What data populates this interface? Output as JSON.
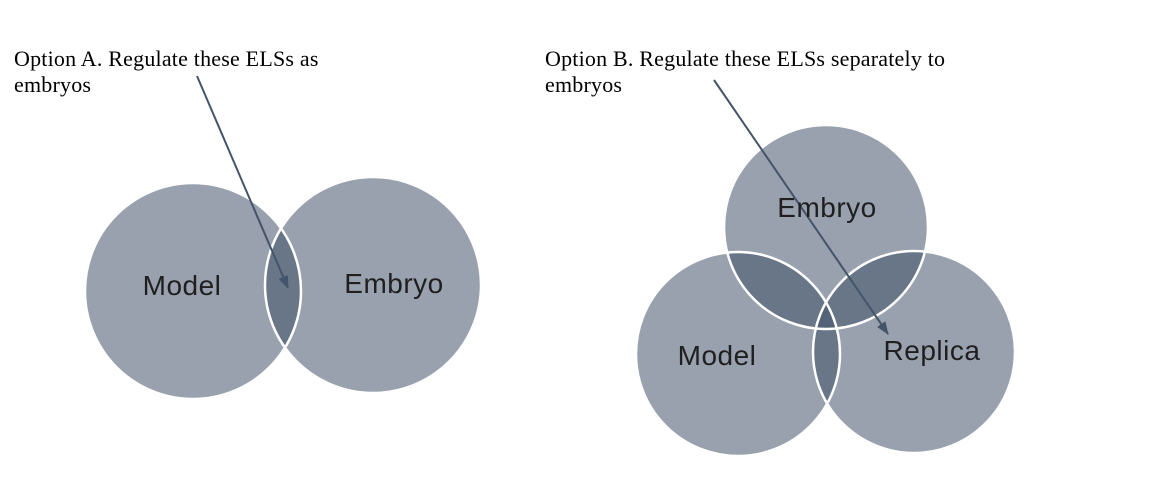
{
  "option_a": {
    "caption_lines": [
      "Option A. Regulate these ELSs as",
      "embryos"
    ],
    "labels": {
      "left": "Model",
      "right": "Embryo"
    }
  },
  "option_b": {
    "caption_lines": [
      "Option B. Regulate these ELSs separately to",
      "embryos"
    ],
    "labels": {
      "top": "Embryo",
      "left": "Model",
      "right": "Replica"
    }
  },
  "colors": {
    "circle_fill": "#44546a",
    "circle_stroke": "#ffffff",
    "arrow": "#44546a",
    "caption_text": "#000000",
    "label_text": "#1f1f1f"
  }
}
